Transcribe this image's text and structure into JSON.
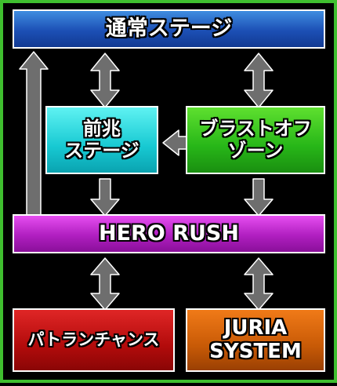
{
  "nodes": {
    "normal_stage": "通常ステージ",
    "zencho_stage": "前兆\nステージ",
    "blast_off_zone": "ブラストオフ\nゾーン",
    "hero_rush": "HERO RUSH",
    "patoran_chance": "パトランチャンス",
    "juria_system": "JURIA\nSYSTEM"
  },
  "colors": {
    "frame": "#3fbf2f",
    "background": "#000000",
    "arrow": "#707070",
    "normal_stage": "#1c4fb5",
    "zencho_stage": "#17c9d2",
    "blast_off_zone": "#27b618",
    "hero_rush": "#b01fc0",
    "patoran_chance": "#b20b0b",
    "juria_system": "#c85a06"
  }
}
